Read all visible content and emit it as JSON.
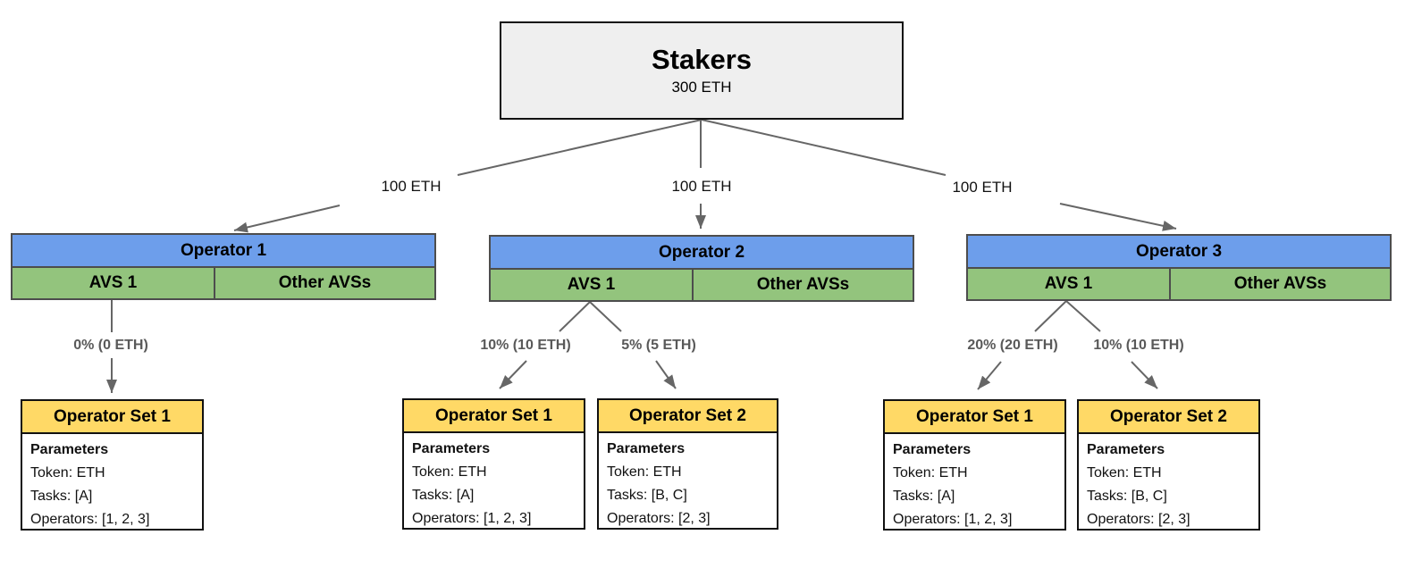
{
  "stakers": {
    "title": "Stakers",
    "amount": "300 ETH"
  },
  "delegations": [
    {
      "amount": "100 ETH"
    },
    {
      "amount": "100 ETH"
    },
    {
      "amount": "100 ETH"
    }
  ],
  "operators": [
    {
      "title": "Operator 1",
      "avs_cell": "AVS 1",
      "other_cell": "Other AVSs"
    },
    {
      "title": "Operator 2",
      "avs_cell": "AVS 1",
      "other_cell": "Other AVSs"
    },
    {
      "title": "Operator 3",
      "avs_cell": "AVS 1",
      "other_cell": "Other AVSs"
    }
  ],
  "allocations": [
    {
      "label": "0% (0 ETH)"
    },
    {
      "label": "10% (10 ETH)"
    },
    {
      "label": "5% (5 ETH)"
    },
    {
      "label": "20% (20 ETH)"
    },
    {
      "label": "10% (10 ETH)"
    }
  ],
  "operator_sets": [
    {
      "title": "Operator Set 1",
      "params_heading": "Parameters",
      "token": "Token: ETH",
      "tasks": "Tasks: [A]",
      "operators": "Operators: [1, 2, 3]"
    },
    {
      "title": "Operator Set 1",
      "params_heading": "Parameters",
      "token": "Token: ETH",
      "tasks": "Tasks: [A]",
      "operators": "Operators: [1, 2, 3]"
    },
    {
      "title": "Operator Set 2",
      "params_heading": "Parameters",
      "token": "Token: ETH",
      "tasks": "Tasks: [B, C]",
      "operators": "Operators: [2, 3]"
    },
    {
      "title": "Operator Set 1",
      "params_heading": "Parameters",
      "token": "Token: ETH",
      "tasks": "Tasks: [A]",
      "operators": "Operators: [1, 2, 3]"
    },
    {
      "title": "Operator Set 2",
      "params_heading": "Parameters",
      "token": "Token: ETH",
      "tasks": "Tasks: [B, C]",
      "operators": "Operators: [2, 3]"
    }
  ],
  "colors": {
    "operator_header_blue": "#6d9eeb",
    "avs_row_green": "#93c47d",
    "operator_set_yellow": "#ffd966",
    "stakers_fill_gray": "#efefef",
    "connector_gray": "#666666",
    "allocation_label_gray": "#595959"
  }
}
